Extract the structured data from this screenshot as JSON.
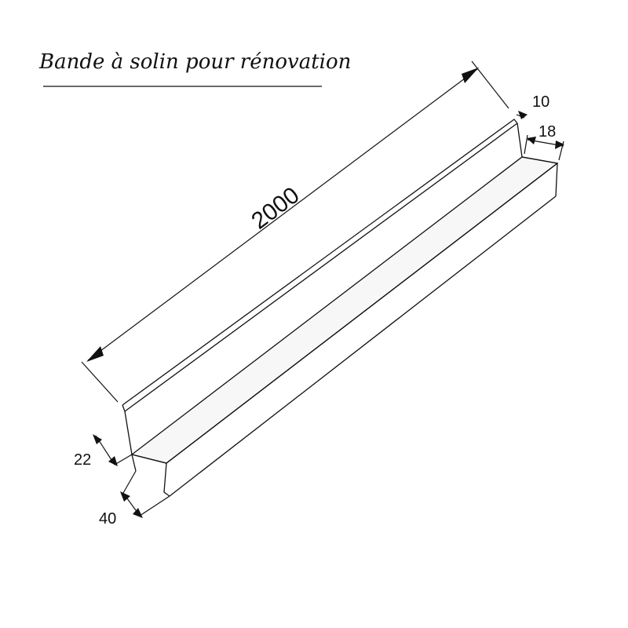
{
  "title": "Bande à solin pour rénovation",
  "dimensions": {
    "length": "2000",
    "top_lip": "10",
    "top_width": "18",
    "rise": "22",
    "base": "40"
  }
}
